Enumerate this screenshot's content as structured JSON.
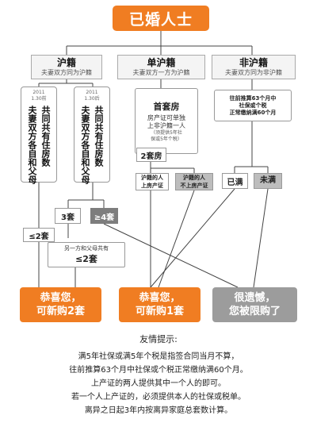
{
  "title": "已婚人士",
  "categories": {
    "hu": {
      "title": "沪籍",
      "sub": "夫妻双方同为沪籍"
    },
    "single": {
      "title": "单沪籍",
      "sub": "夫妻双方一方为沪籍"
    },
    "non": {
      "title": "非沪籍",
      "sub": "夫妻双方同为非沪籍"
    }
  },
  "hu_before": {
    "note1": "2011",
    "note2": "1.30前",
    "col1": "夫妻双方各自和父母",
    "col2": "共同共有住房数"
  },
  "hu_after": {
    "note1": "2011",
    "note2": "1.30后",
    "col1": "夫妻双方各自和父母",
    "col2": "共同共有住房数"
  },
  "first_house": {
    "title": "首套房",
    "body1": "房产证可单独",
    "body2": "上非沪籍一人",
    "note1": "（须提供5年社",
    "note2": "保或5年个税）"
  },
  "second_house": "2套房",
  "hu_on_cert": {
    "l1": "沪籍的人",
    "l2": "上房产证"
  },
  "hu_not_on_cert": {
    "l1": "沪籍的人",
    "l2": "不上房产证"
  },
  "non_req": {
    "l1": "往前推算63个月中",
    "l2": "社保或个税",
    "l3": "正常缴纳满60个月"
  },
  "full": "已满",
  "not_full": "未满",
  "three_sets": "3套",
  "four_plus": "≥4套",
  "le2_left": "≤2套",
  "parent_note": "另一方和父母共有",
  "le2_mid": "≤2套",
  "results": {
    "two": {
      "l1": "恭喜您，",
      "l2": "可新购2套"
    },
    "one": {
      "l1": "恭喜您，",
      "l2": "可新购1套"
    },
    "limit": {
      "l1": "很遗憾，",
      "l2": "您被限购了"
    }
  },
  "tips": {
    "title": "友情提示:",
    "lines": [
      "满5年社保或满5年个税是指签合同当月不算，",
      "往前推算63个月中社保或个税正常缴纳满60个月。",
      "上产证的两人提供其中一个人的即可。",
      "若一个人上产证的，必须提供本人的社保或税单。",
      "离异之日起3年内按离异家庭总套数计算。"
    ]
  },
  "colors": {
    "orange": "#f07d22",
    "gray_result": "#9c9c9c",
    "dark_box": "#7d7d7d",
    "light_gray": "#bdbdbd"
  }
}
